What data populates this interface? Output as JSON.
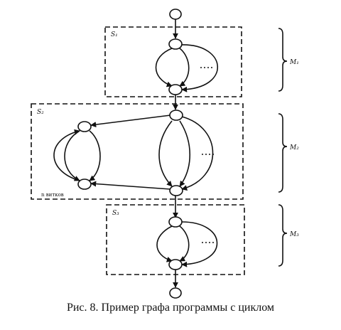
{
  "caption": "Рис. 8. Пример графа программы с циклом",
  "segments": {
    "s1": {
      "label": "S₁",
      "brace": "M₁"
    },
    "s2": {
      "label": "S₂",
      "brace": "M₂",
      "loop_note": "n витков"
    },
    "s3": {
      "label": "S₃",
      "brace": "M₃"
    }
  },
  "colors": {
    "ink": "#111111",
    "background": "#ffffff"
  }
}
